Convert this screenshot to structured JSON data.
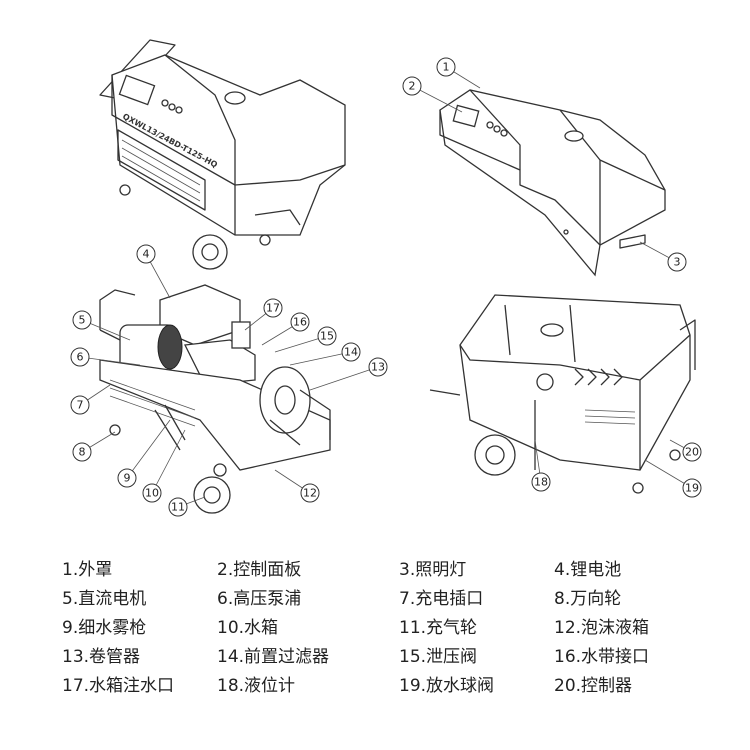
{
  "model_label": "QXWL13/24BD-T125-HQ",
  "callouts": [
    "1",
    "2",
    "3",
    "4",
    "5",
    "6",
    "7",
    "8",
    "9",
    "10",
    "11",
    "12",
    "13",
    "14",
    "15",
    "16",
    "17",
    "18",
    "19",
    "20"
  ],
  "legend": [
    "1.外罩",
    "2.控制面板",
    "3.照明灯",
    "4.锂电池",
    "5.直流电机",
    "6.高压泵浦",
    "7.充电插口",
    "8.万向轮",
    "9.细水雾枪",
    "10.水箱",
    "11.充气轮",
    "12.泡沫液箱",
    "13.卷管器",
    "14.前置过滤器",
    "15.泄压阀",
    "16.水带接口",
    "17.水箱注水口",
    "18.液位计",
    "19.放水球阀",
    "20.控制器"
  ]
}
